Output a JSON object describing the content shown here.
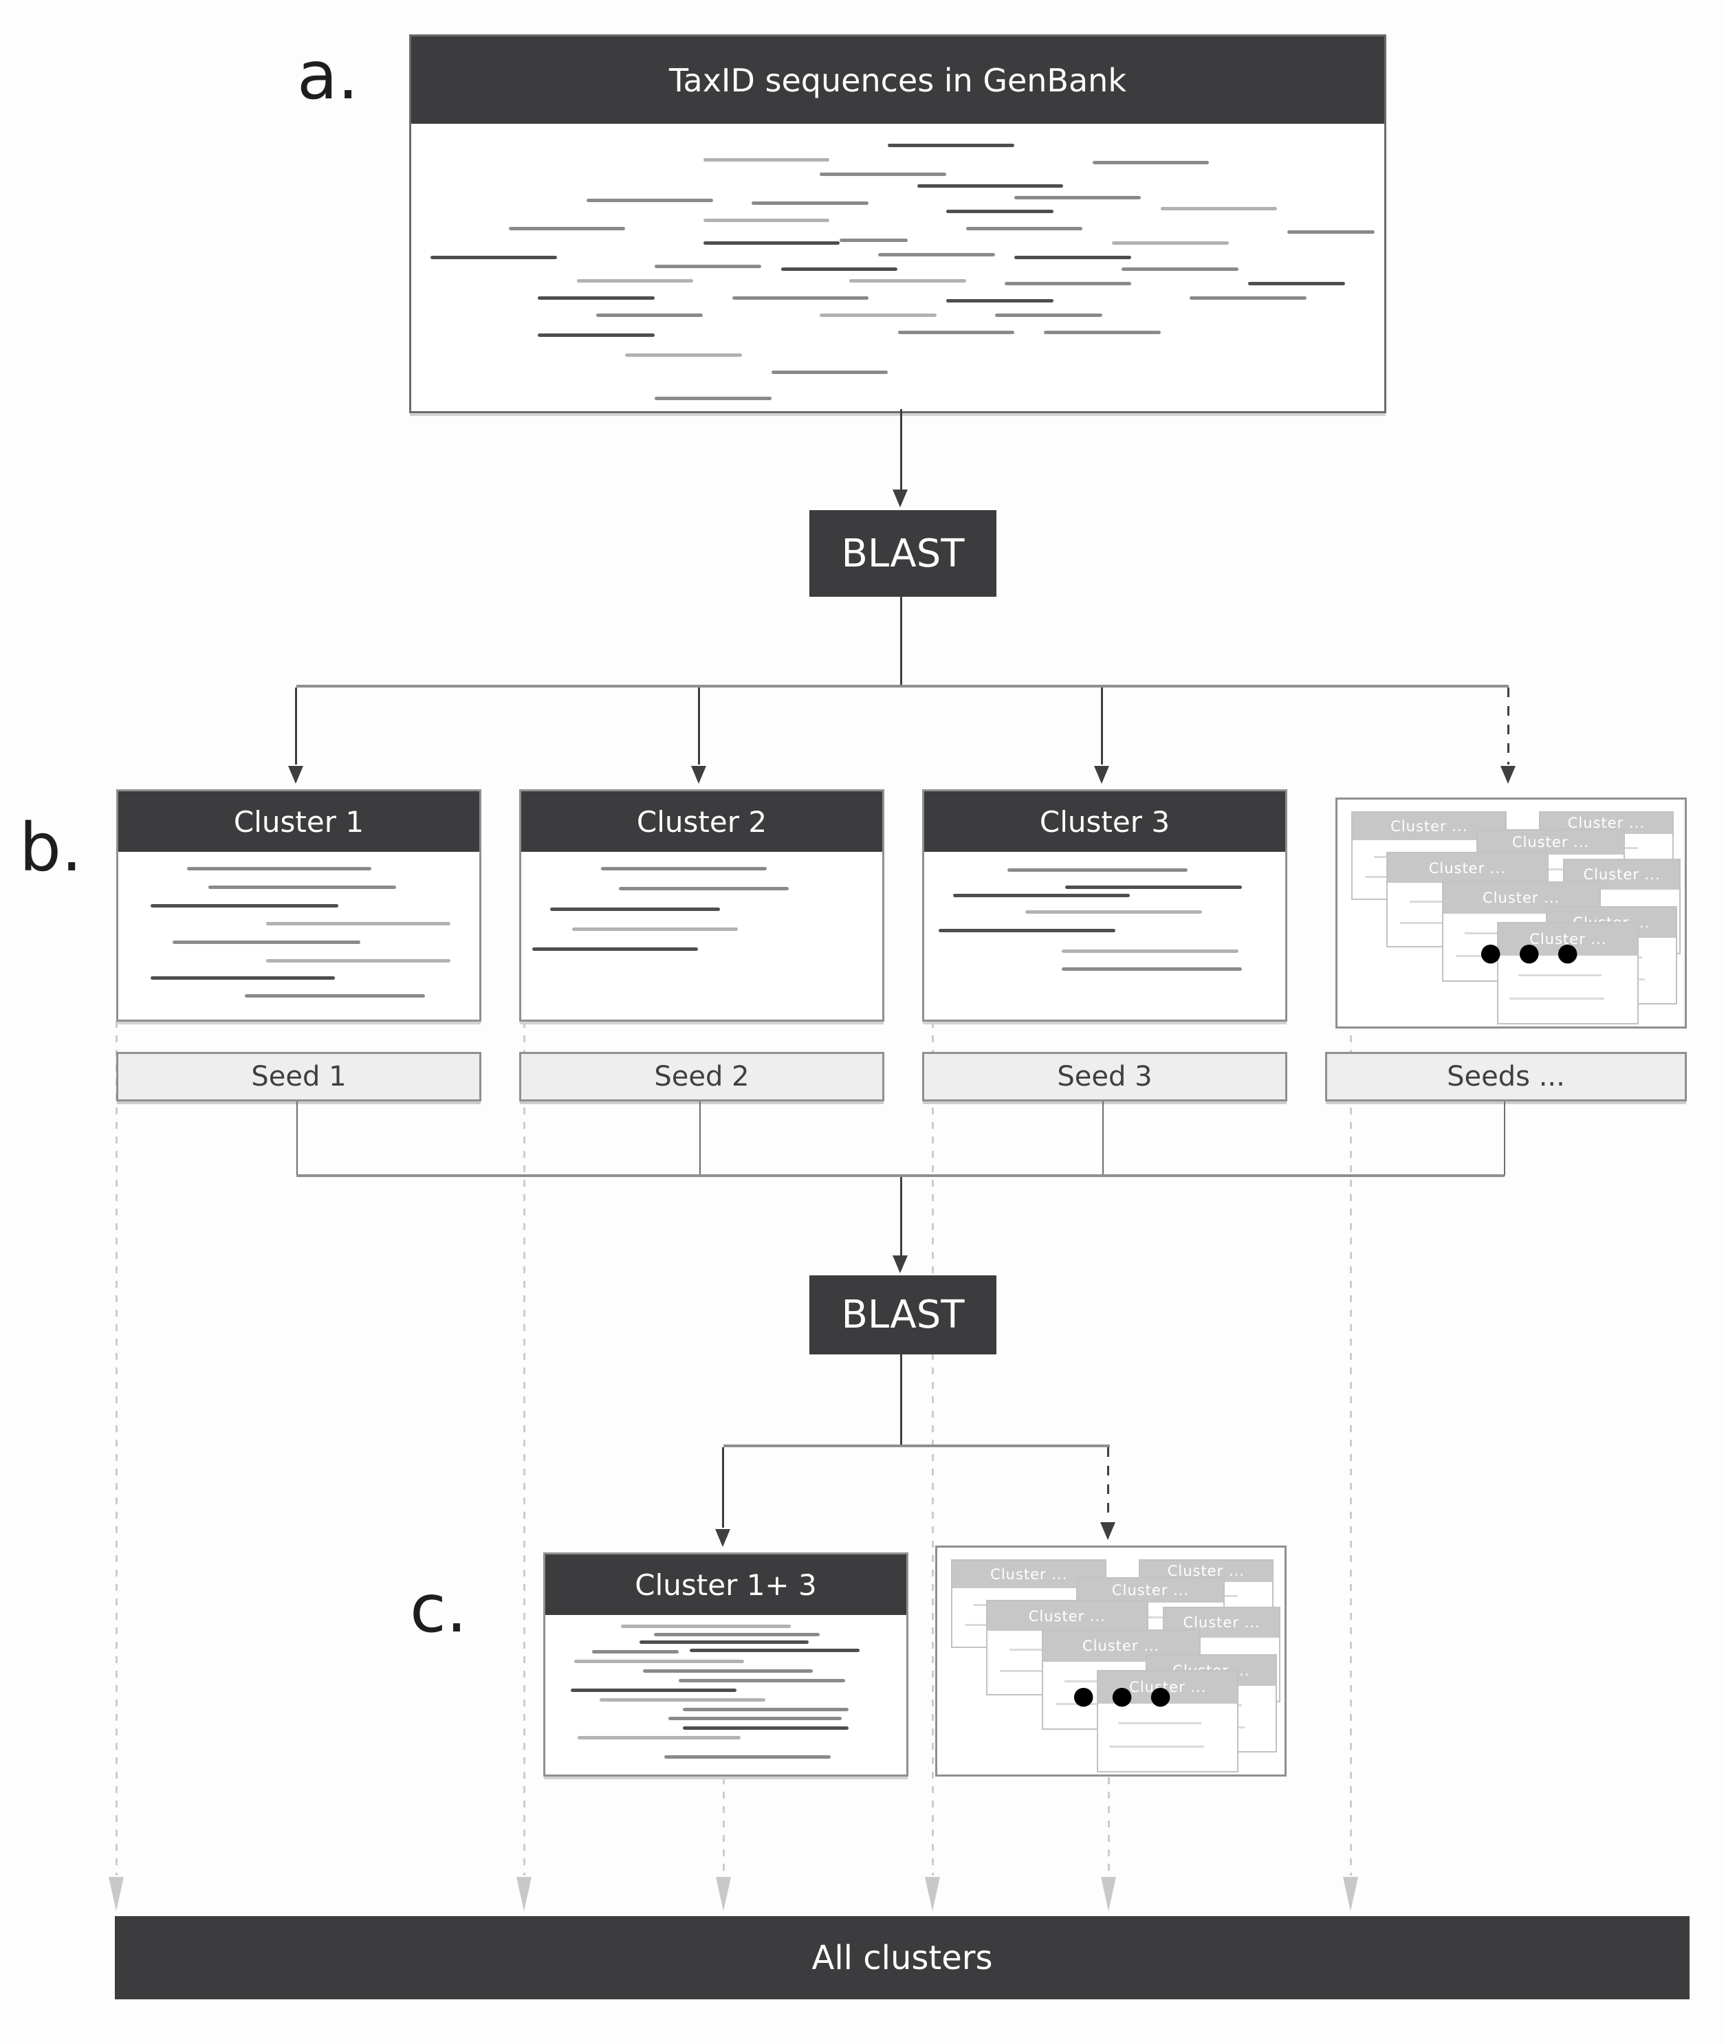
{
  "palette": {
    "dark_fill": "#3c3c3e",
    "white_text": "#ffffff",
    "box_border": "#8f8f8f",
    "seed_fill": "#eeeeee",
    "card_header_fill": "#c7c7c7",
    "connector_dark": "#3f3f3f",
    "connector_gray": "#8f8f8f",
    "dotted_light": "#cccccc"
  },
  "labels": {
    "a": "a.",
    "b": "b.",
    "c": "c."
  },
  "genbank": {
    "title": "TaxID sequences in GenBank",
    "sequences": [
      [
        49,
        7,
        13,
        1
      ],
      [
        30,
        12,
        13,
        3
      ],
      [
        70,
        13,
        12,
        2
      ],
      [
        42,
        17,
        13,
        2
      ],
      [
        52,
        21,
        15,
        1
      ],
      [
        62,
        25,
        13,
        2
      ],
      [
        18,
        26,
        13,
        2
      ],
      [
        35,
        27,
        12,
        2
      ],
      [
        55,
        30,
        11,
        1
      ],
      [
        77,
        29,
        12,
        3
      ],
      [
        30,
        33,
        13,
        3
      ],
      [
        10,
        36,
        12,
        2
      ],
      [
        57,
        36,
        12,
        2
      ],
      [
        90,
        37,
        9,
        2
      ],
      [
        30,
        41,
        14,
        1
      ],
      [
        44,
        40,
        7,
        2
      ],
      [
        72,
        41,
        12,
        3
      ],
      [
        2,
        46,
        13,
        1
      ],
      [
        48,
        45,
        12,
        2
      ],
      [
        62,
        46,
        12,
        1
      ],
      [
        25,
        49,
        11,
        2
      ],
      [
        38,
        50,
        12,
        1
      ],
      [
        73,
        50,
        12,
        2
      ],
      [
        17,
        54,
        12,
        3
      ],
      [
        45,
        54,
        12,
        3
      ],
      [
        61,
        55,
        13,
        2
      ],
      [
        86,
        55,
        10,
        1
      ],
      [
        13,
        60,
        12,
        1
      ],
      [
        33,
        60,
        14,
        2
      ],
      [
        55,
        61,
        11,
        1
      ],
      [
        80,
        60,
        12,
        2
      ],
      [
        19,
        66,
        11,
        2
      ],
      [
        42,
        66,
        12,
        3
      ],
      [
        60,
        66,
        11,
        2
      ],
      [
        13,
        73,
        12,
        1
      ],
      [
        50,
        72,
        12,
        2
      ],
      [
        65,
        72,
        12,
        2
      ],
      [
        22,
        80,
        12,
        3
      ],
      [
        37,
        86,
        12,
        2
      ],
      [
        25,
        95,
        12,
        2
      ]
    ]
  },
  "blast1": {
    "label": "BLAST"
  },
  "blast2": {
    "label": "BLAST"
  },
  "clusters": {
    "c1": {
      "title": "Cluster 1",
      "sequences": [
        [
          19,
          9,
          51,
          2
        ],
        [
          25,
          20,
          52,
          2
        ],
        [
          9,
          31,
          52,
          1
        ],
        [
          41,
          42,
          51,
          3
        ],
        [
          15,
          53,
          52,
          2
        ],
        [
          41,
          64,
          51,
          3
        ],
        [
          9,
          74,
          51,
          1
        ],
        [
          35,
          85,
          50,
          2
        ]
      ]
    },
    "c2": {
      "title": "Cluster 2",
      "sequences": [
        [
          22,
          9,
          46,
          2
        ],
        [
          27,
          21,
          47,
          2
        ],
        [
          8,
          33,
          47,
          1
        ],
        [
          14,
          45,
          46,
          3
        ],
        [
          3,
          57,
          46,
          1
        ]
      ]
    },
    "c3": {
      "title": "Cluster 3",
      "sequences": [
        [
          23,
          10,
          50,
          2
        ],
        [
          39,
          20,
          49,
          1
        ],
        [
          8,
          25,
          49,
          1
        ],
        [
          28,
          35,
          49,
          3
        ],
        [
          4,
          46,
          49,
          1
        ],
        [
          38,
          58,
          49,
          3
        ],
        [
          38,
          69,
          50,
          2
        ]
      ]
    }
  },
  "seeds": {
    "s1": "Seed 1",
    "s2": "Seed 2",
    "s3": "Seed 3",
    "more": "Seeds ..."
  },
  "stack_b": {
    "card_label": "Cluster ...",
    "ellipsis": "● ● ●",
    "dots": {
      "l": 41,
      "t": 62
    },
    "cards": [
      [
        4,
        5,
        44,
        38
      ],
      [
        58,
        5,
        38,
        30
      ],
      [
        40,
        13,
        42,
        33
      ],
      [
        14,
        23,
        46,
        41
      ],
      [
        65,
        26,
        33,
        41
      ],
      [
        30,
        36,
        45,
        43
      ],
      [
        60,
        47,
        37,
        42
      ],
      [
        46,
        54,
        40,
        44
      ]
    ]
  },
  "merged": {
    "title": "Cluster 1+ 3",
    "sequences": [
      [
        21,
        6,
        47,
        3
      ],
      [
        30,
        11,
        46,
        2
      ],
      [
        26,
        16,
        47,
        1
      ],
      [
        40,
        21,
        47,
        1
      ],
      [
        13,
        22,
        24,
        2
      ],
      [
        8,
        28,
        47,
        3
      ],
      [
        27,
        34,
        47,
        2
      ],
      [
        37,
        40,
        46,
        2
      ],
      [
        7,
        46,
        46,
        1
      ],
      [
        15,
        52,
        46,
        3
      ],
      [
        38,
        58,
        46,
        2
      ],
      [
        34,
        64,
        48,
        2
      ],
      [
        38,
        70,
        46,
        1
      ],
      [
        9,
        76,
        45,
        3
      ],
      [
        33,
        88,
        46,
        2
      ]
    ]
  },
  "stack_c": {
    "card_label": "Cluster ...",
    "ellipsis": "● ● ●",
    "dots": {
      "l": 39,
      "t": 60
    },
    "cards": [
      [
        4,
        5,
        44,
        38
      ],
      [
        58,
        5,
        38,
        30
      ],
      [
        40,
        13,
        42,
        33
      ],
      [
        14,
        23,
        46,
        41
      ],
      [
        65,
        26,
        33,
        41
      ],
      [
        30,
        36,
        45,
        43
      ],
      [
        60,
        47,
        37,
        42
      ],
      [
        46,
        54,
        40,
        44
      ]
    ]
  },
  "footer": {
    "label": "All clusters"
  }
}
